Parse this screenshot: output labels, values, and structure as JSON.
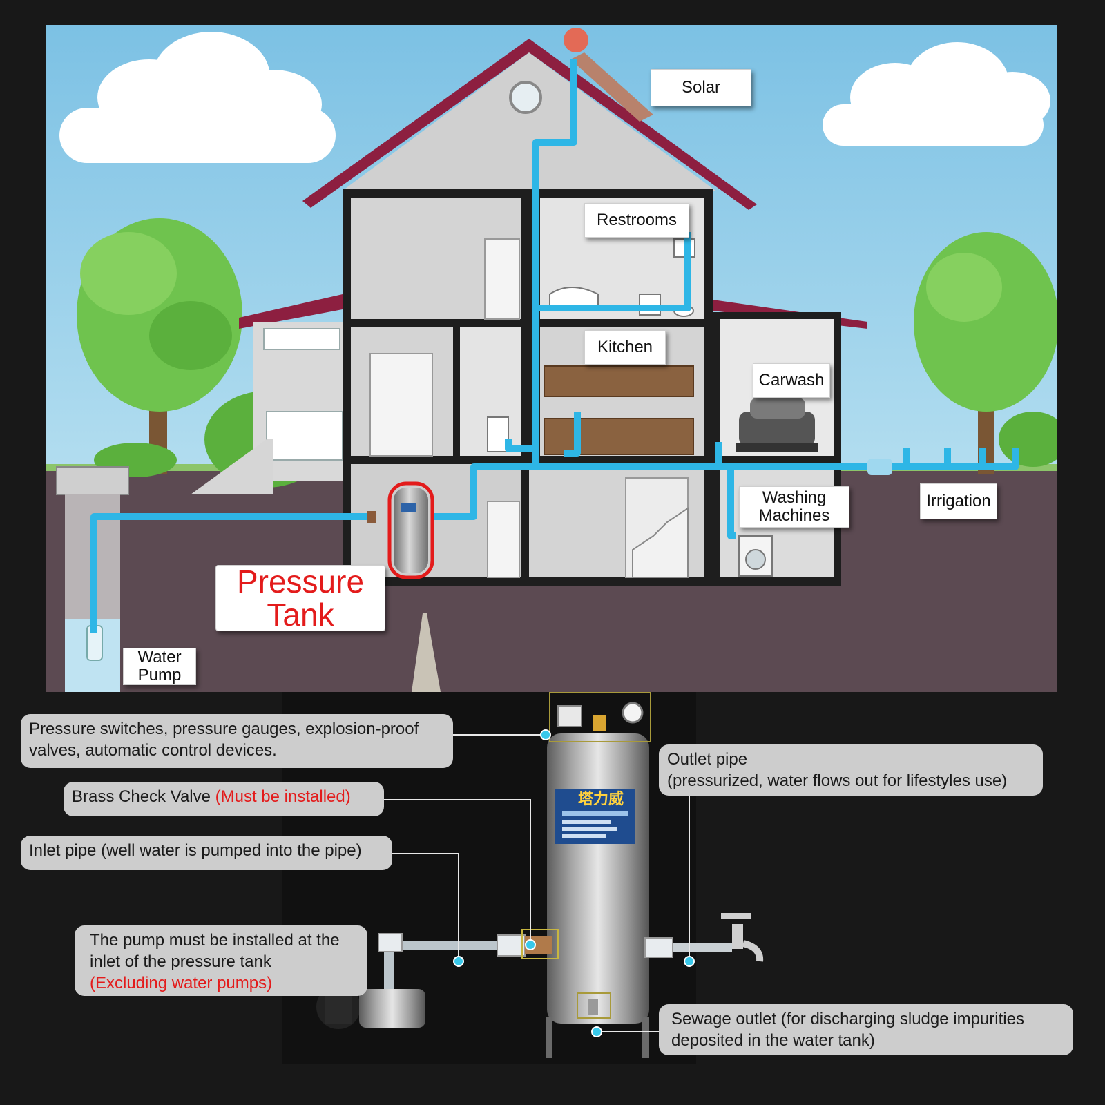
{
  "scene_labels": {
    "solar": "Solar",
    "restrooms": "Restrooms",
    "kitchen": "Kitchen",
    "carwash": "Carwash",
    "washing_1": "Washing",
    "washing_2": "Machines",
    "irrigation": "Irrigation",
    "pressure_1": "Pressure",
    "pressure_2": "Tank",
    "water_pump_1": "Water",
    "water_pump_2": "Pump"
  },
  "callouts": {
    "controls_1": "Pressure switches, pressure gauges, explosion-proof",
    "controls_2": "valves, automatic control devices.",
    "check_valve": "Brass Check Valve ",
    "check_valve_note": "(Must be installed)",
    "inlet": "Inlet pipe (well water is pumped into the pipe)",
    "pump_1": "The pump must be installed at the",
    "pump_2": "inlet of the pressure tank",
    "pump_note": "(Excluding water pumps)",
    "outlet_1": "Outlet pipe",
    "outlet_2": "(pressurized, water flows out for lifestyles use)",
    "sewage_1": "Sewage outlet (for discharging sludge impurities",
    "sewage_2": "deposited in the water tank)"
  },
  "tank_sticker": {
    "brand": "塔力威"
  },
  "colors": {
    "sky_top": "#7cc1e4",
    "sky_bottom": "#c8e8f4",
    "ground": "#5c4a52",
    "pipe": "#2eb6e6",
    "roof": "#8d1f40",
    "wall": "#d4d4d4",
    "accent_red": "#e31b1b",
    "callout_bg": "#cdcdcd",
    "tree": "#6fc34e"
  }
}
